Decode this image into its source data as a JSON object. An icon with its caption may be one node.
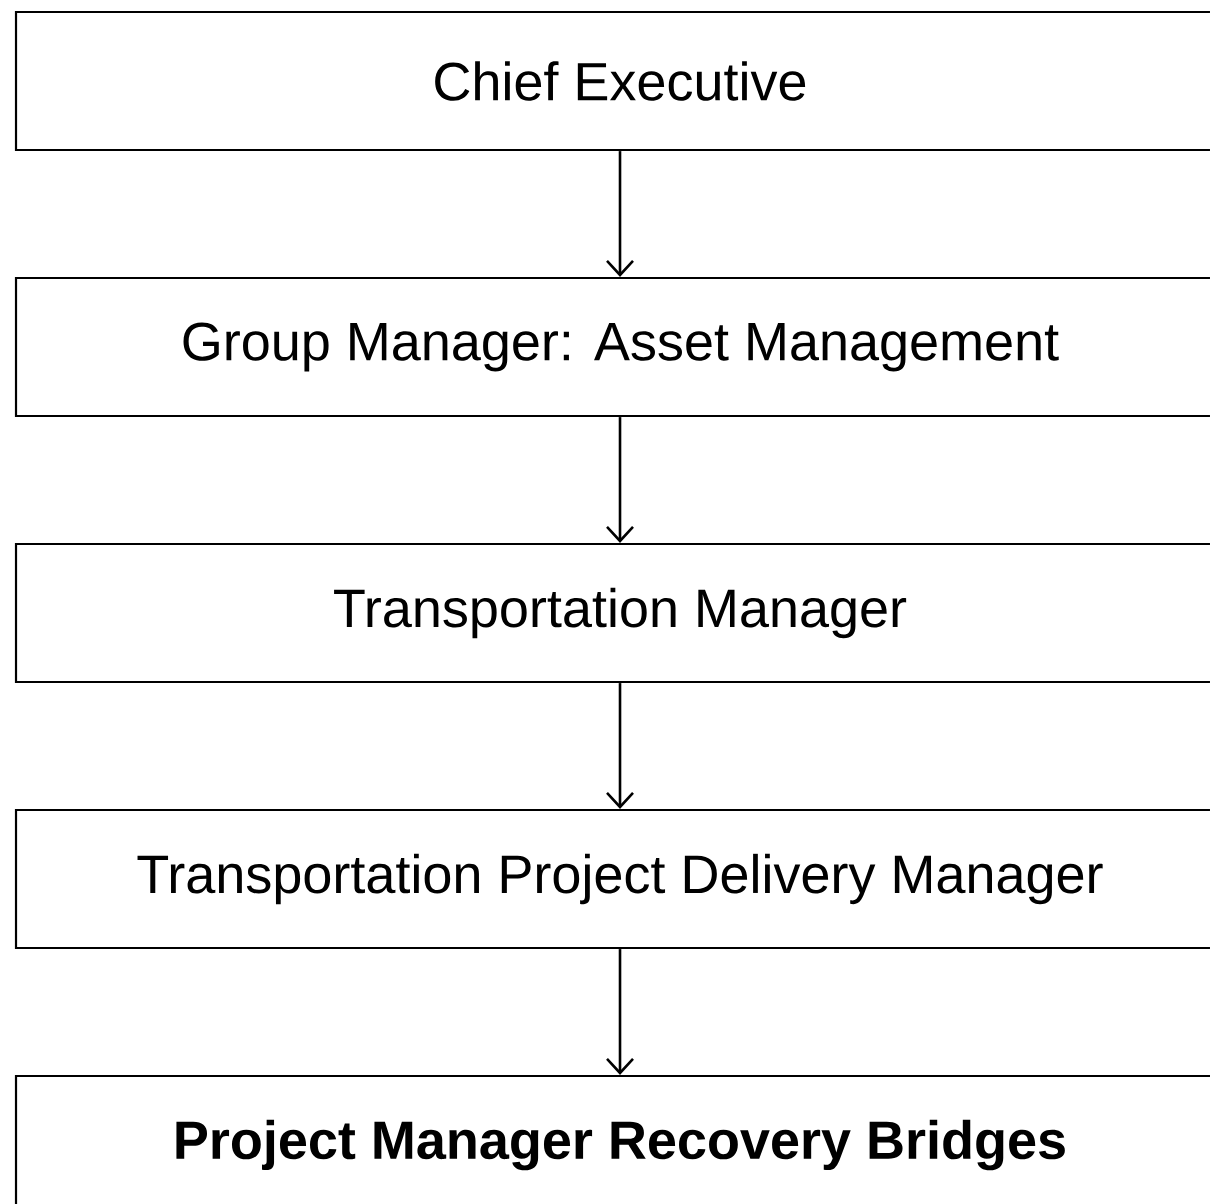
{
  "diagram": {
    "nodes": [
      {
        "text": [
          "Chief Executive"
        ]
      },
      {
        "text": [
          "Group Manager: Asset Management"
        ]
      },
      {
        "text": [
          "Transportation Manager"
        ]
      },
      {
        "text": [
          "Transportation Project Delivery Manager"
        ]
      },
      {
        "text": [
          "Project Manager Recovery Bridges"
        ]
      }
    ],
    "edges": [
      {
        "from": 0,
        "to": 1,
        "arrow": "to"
      },
      {
        "from": 1,
        "to": 2,
        "arrow": "to"
      },
      {
        "from": 2,
        "to": 3,
        "arrow": "to"
      },
      {
        "from": 3,
        "to": 4,
        "arrow": "to"
      }
    ]
  }
}
